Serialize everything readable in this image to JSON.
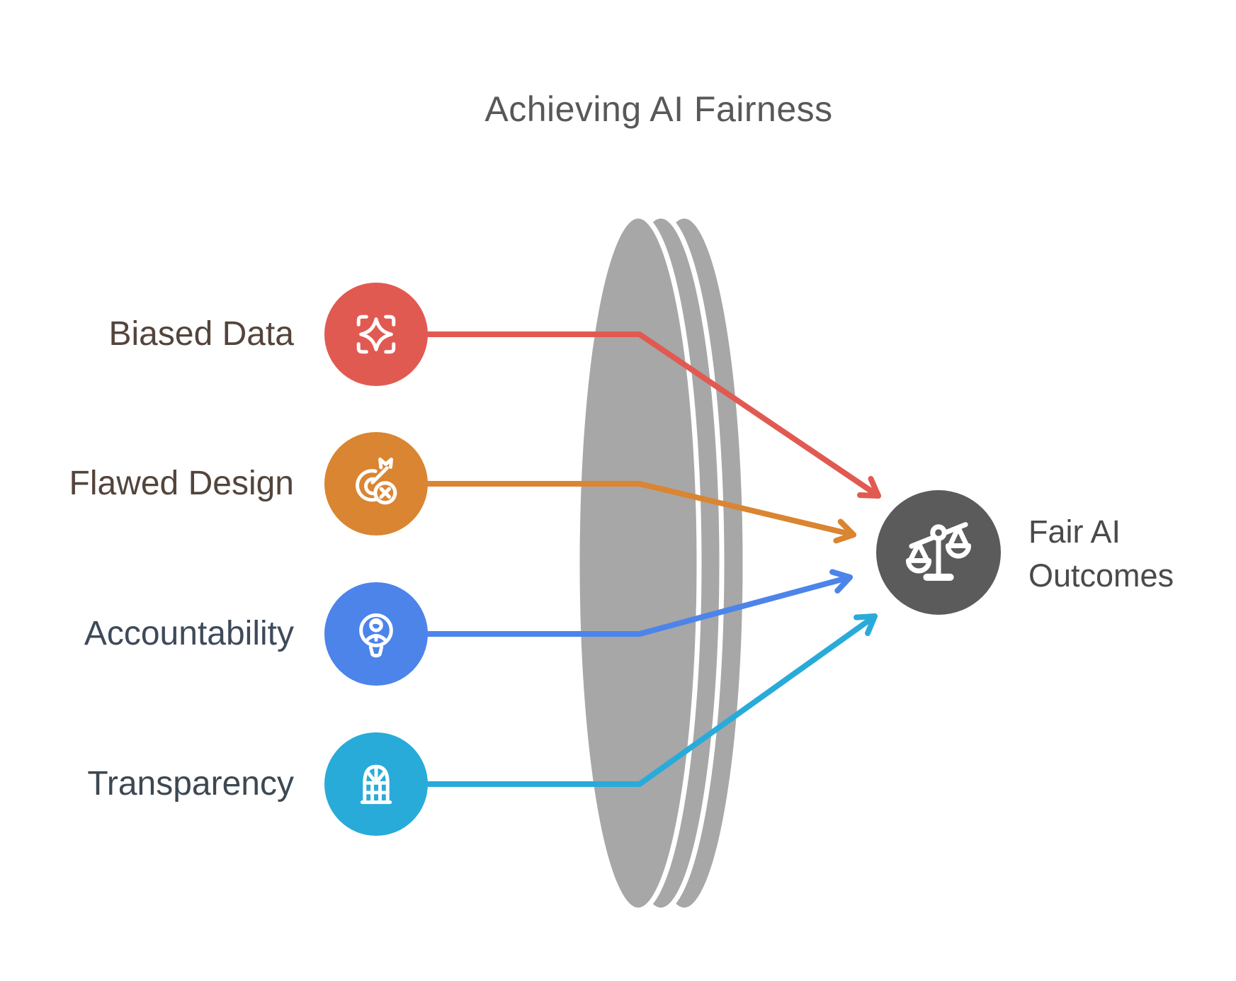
{
  "title": "Achieving AI Fairness",
  "title_color": "#585858",
  "items": [
    {
      "label": "Biased Data",
      "icon": "sparkle-scan-icon",
      "color": "#E15A52",
      "label_color": "#53443C"
    },
    {
      "label": "Flawed Design",
      "icon": "target-miss-icon",
      "color": "#DA8531",
      "label_color": "#53443C"
    },
    {
      "label": "Accountability",
      "icon": "person-search-icon",
      "color": "#4C84EA",
      "label_color": "#3E4A5A"
    },
    {
      "label": "Transparency",
      "icon": "window-icon",
      "color": "#29ABD9",
      "label_color": "#3C4852"
    }
  ],
  "lens": {
    "color": "#A7A7A7"
  },
  "outcome": {
    "label": "Fair AI\nOutcomes",
    "label_color": "#4A4A4A",
    "color": "#5B5B5B",
    "icon": "balance-scale-icon"
  }
}
